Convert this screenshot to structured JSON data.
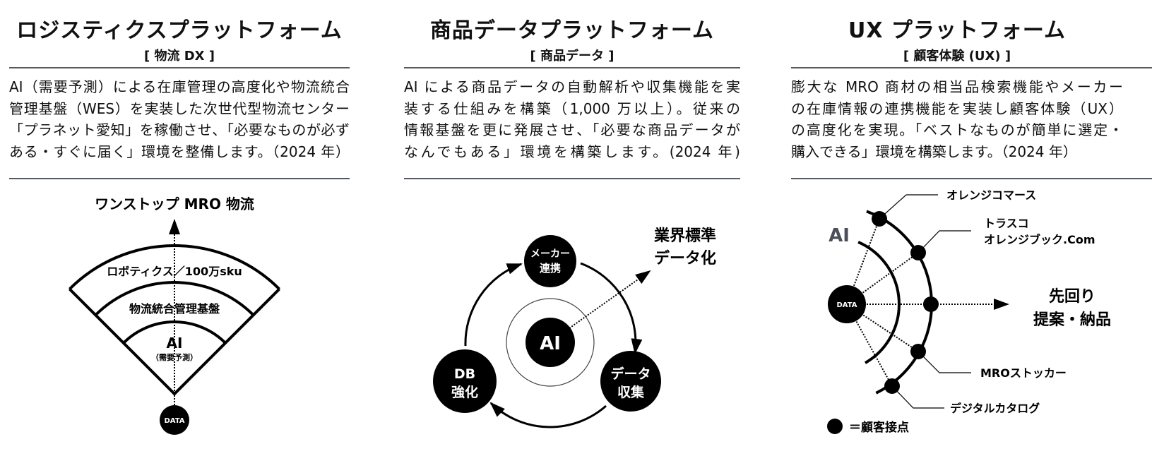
{
  "columns": [
    {
      "title": "ロジスティクスプラットフォーム",
      "subtitle": "[ 物流 DX ]",
      "lines": [
        "AI（需要予測）による在庫管理の高度化や物流統合",
        "管理基盤（WES）を実装した次世代型物流センター",
        "「プラネット愛知」を稼働させ、「必要なものが必ず",
        "ある・すぐに届く」環境を整備します。（2024 年）"
      ]
    },
    {
      "title": "商品データプラットフォーム",
      "subtitle": "[ 商品データ ]",
      "lines": [
        "AI による商品データの自動解析や収集機能を実",
        "装する仕組みを構築（1,000 万以上）。従来の",
        "情報基盤を更に発展させ、「必要な商品データが",
        "なんでもある」環境を構築します。(2024 年)"
      ]
    },
    {
      "title": "UX プラットフォーム",
      "subtitle": "[ 顧客体験 (UX) ]",
      "lines": [
        "膨大な MRO 商材の相当品検索機能やメーカー",
        "の在庫情報の連携機能を実装し顧客体験（UX）",
        "の高度化を実現。「ベストなものが簡単に選定・",
        "購入できる」環境を構築します。（2024 年）"
      ]
    }
  ],
  "diagram_logistics": {
    "goal": "ワンストップ MRO 物流",
    "layers": [
      "ロボティクス／100万sku",
      "物流統合管理基盤",
      "AI",
      "（需要予測）"
    ],
    "source": "DATA"
  },
  "diagram_product": {
    "center": "AI",
    "nodes": [
      {
        "line1": "メーカー",
        "line2": "連携"
      },
      {
        "line1": "データ",
        "line2": "収集"
      },
      {
        "line1": "DB",
        "line2": "強化"
      }
    ],
    "output": {
      "line1": "業界標準",
      "line2": "データ化"
    }
  },
  "diagram_ux": {
    "ai_label": "AI",
    "source": "DATA",
    "touchpoints": [
      "オレンジコマース",
      "トラスコ",
      "オレンジブック.Com",
      "MROストッカー",
      "デジタルカタログ"
    ],
    "output": {
      "line1": "先回り",
      "line2": "提案・納品"
    },
    "legend": "＝顧客接点",
    "ai_color": "#4b4f57"
  }
}
